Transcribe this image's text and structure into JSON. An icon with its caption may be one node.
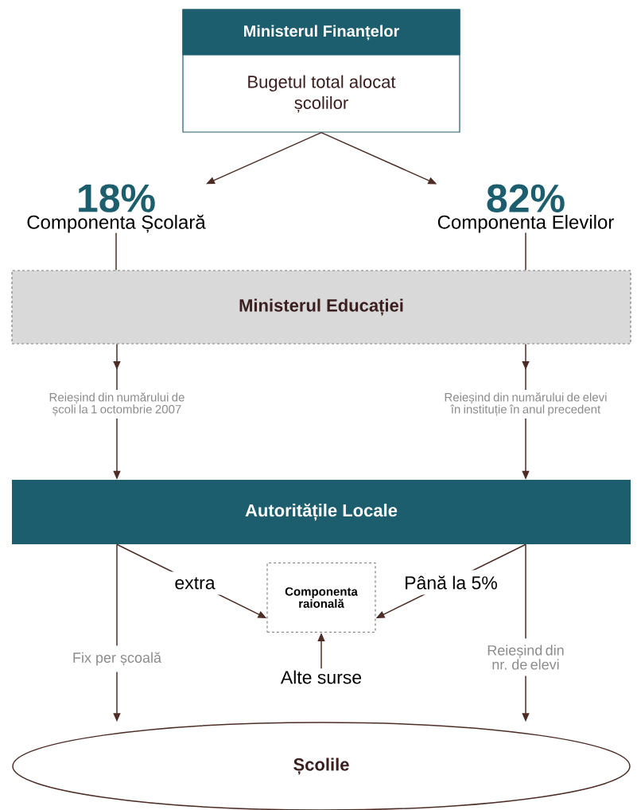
{
  "diagram": {
    "nodes": [
      {
        "text": [
          "Ministerul Finanțelor",
          "Bugetul total alocat școlilor"
        ]
      },
      {
        "text": [
          "18%",
          "Componenta Școlară"
        ]
      },
      {
        "text": [
          "82%",
          "Componenta Elevilor"
        ]
      },
      {
        "text": [
          "Ministerul Educației"
        ]
      },
      {
        "text": [
          "Autoritățile Locale"
        ]
      },
      {
        "text": [
          "Componenta raională"
        ]
      },
      {
        "text": [
          "Alte surse"
        ]
      },
      {
        "text": [
          "Școlile"
        ]
      }
    ],
    "edges": [
      {
        "from": 0,
        "to": 1,
        "arrow": "to"
      },
      {
        "from": 0,
        "to": 2,
        "arrow": "to"
      },
      {
        "from": 1,
        "to": 3,
        "arrow": "none"
      },
      {
        "from": 2,
        "to": 3,
        "arrow": "none"
      },
      {
        "from": 3,
        "to": 4,
        "arrow": "to",
        "label": "Reieșind din numărului de școli la 1 octombrie 2007"
      },
      {
        "from": 3,
        "to": 4,
        "arrow": "to",
        "label": "Reieșind din numărului de elevi în instituție în anul precedent"
      },
      {
        "from": 4,
        "to": 5,
        "arrow": "to",
        "label": "extra"
      },
      {
        "from": 4,
        "to": 5,
        "arrow": "to",
        "label": "Până la 5%"
      },
      {
        "from": 6,
        "to": 5,
        "arrow": "to"
      },
      {
        "from": 4,
        "to": 7,
        "arrow": "to",
        "label": "Fix per școală"
      },
      {
        "from": 4,
        "to": 7,
        "arrow": "to",
        "label": "Reieșind din nr. de elevi"
      }
    ]
  }
}
